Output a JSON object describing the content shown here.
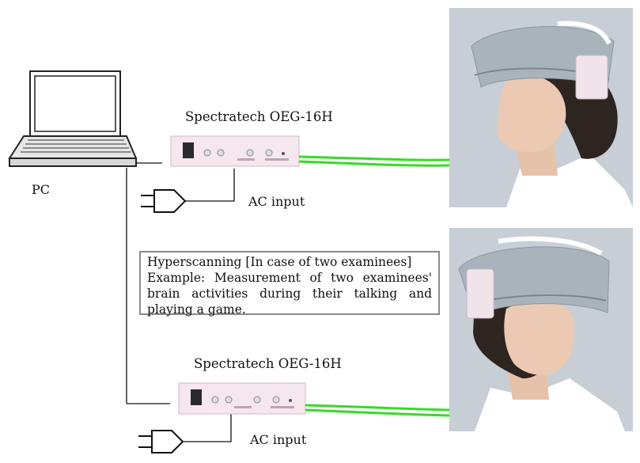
{
  "pc": {
    "label": "PC"
  },
  "devices": [
    {
      "title": "Spectratech OEG-16H",
      "power_label": "AC input"
    },
    {
      "title": "Spectratech OEG-16H",
      "power_label": "AC input"
    }
  ],
  "note": {
    "line1": "Hyperscanning [In case of two examinees]",
    "body": "Example: Measurement of two examinees' brain activities during their talking and playing a game."
  },
  "colors": {
    "cable_green": "#33dd22",
    "device_pink": "#f6e6ee",
    "headset_gray": "#a9b3bc",
    "photo_bg": "#c7ced6"
  }
}
